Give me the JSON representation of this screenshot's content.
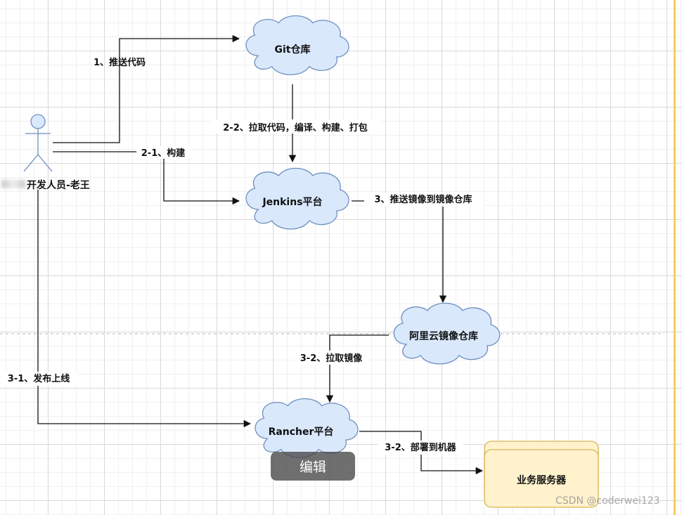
{
  "nodes": {
    "developer": "开发人员-老王",
    "git": "Git仓库",
    "jenkins": "Jenkins平台",
    "aliyun": "阿里云镜像仓库",
    "rancher": "Rancher平台",
    "server": "业务服务器"
  },
  "edges": {
    "push_code": "1、推送代码",
    "build": "2-1、构建",
    "pull_compile": "2-2、拉取代码，编译、构建、打包",
    "push_image": "3、推送镜像到镜像仓库",
    "pull_image": "3-2、拉取镜像",
    "release": "3-1、发布上线",
    "deploy": "3-2、部署到机器"
  },
  "overlay": {
    "edit_button": "编辑",
    "watermark": "CSDN @coderwei123"
  },
  "colors": {
    "cloud_fill": "#dae8fc",
    "cloud_stroke": "#6c8ebf",
    "server_fill": "#fff2cc",
    "server_stroke": "#d6b656"
  }
}
